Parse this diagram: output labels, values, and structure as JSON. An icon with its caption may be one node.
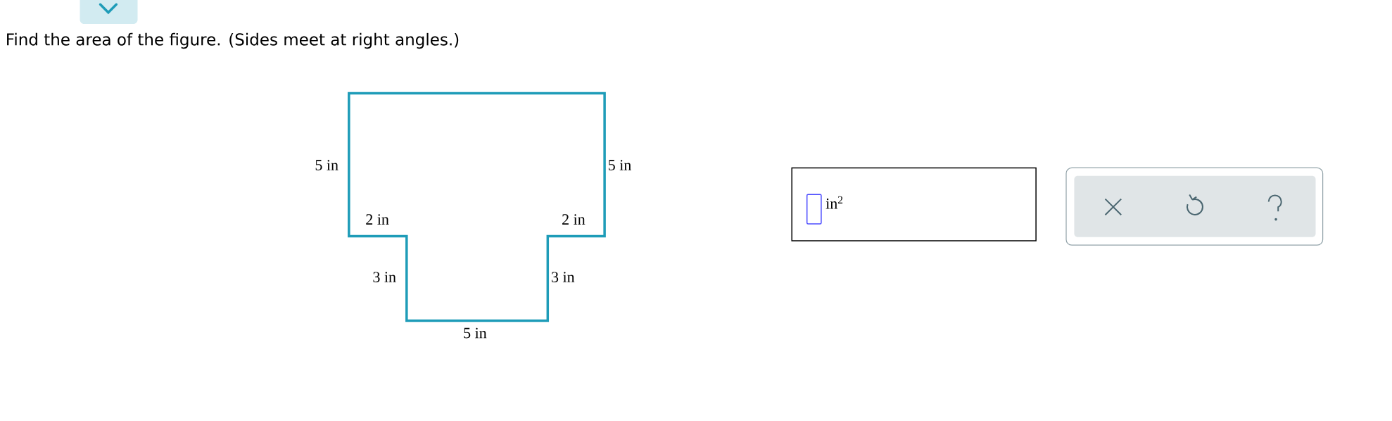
{
  "diagram": {
    "title": "Find the area of the figure. (Sides meet at right angles.)",
    "labels": [
      "5 in",
      "5 in",
      "2 in",
      "2 in",
      "3 in",
      "3 in",
      "5 in",
      "in$^{2}$"
    ]
  }
}
